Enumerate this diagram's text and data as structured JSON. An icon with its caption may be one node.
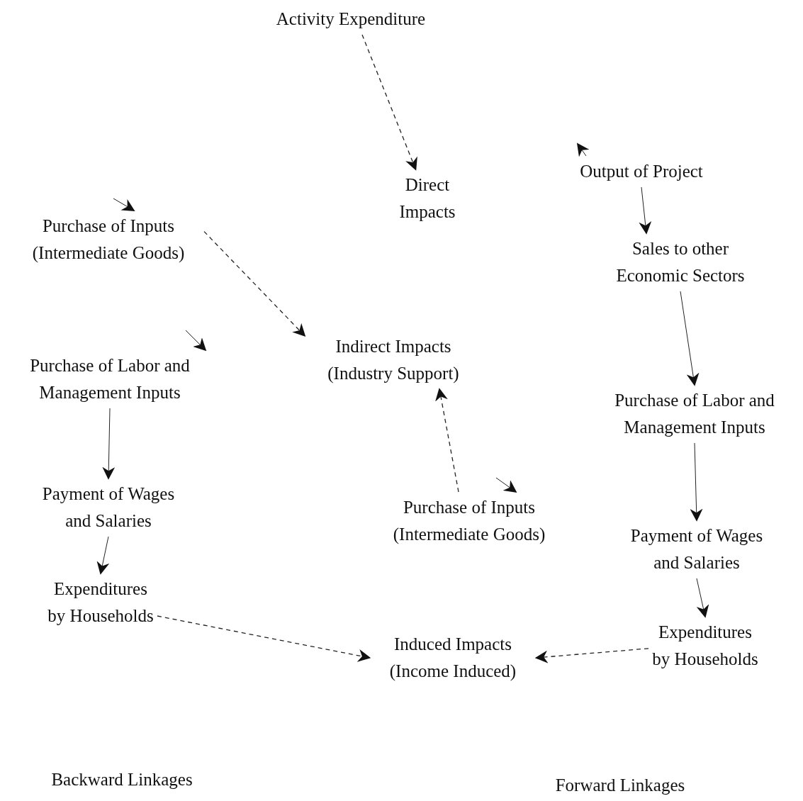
{
  "diagram": {
    "nodes": [
      {
        "text": [
          "Activity Expenditure"
        ]
      },
      {
        "text": [
          "Direct Impacts"
        ]
      },
      {
        "text": [
          "Output of Project"
        ]
      },
      {
        "text": [
          "Sales to other Economic Sectors"
        ]
      },
      {
        "text": [
          "Purchase of Inputs (Intermediate Goods)"
        ]
      },
      {
        "text": [
          "Indirect Impacts (Industry Support)"
        ]
      },
      {
        "text": [
          "Purchase of Labor and Management Inputs"
        ]
      },
      {
        "text": [
          "Purchase of Labor and Management Inputs"
        ]
      },
      {
        "text": [
          "Payment of Wages and Salaries"
        ]
      },
      {
        "text": [
          "Purchase of Inputs (Intermediate Goods)"
        ]
      },
      {
        "text": [
          "Payment of Wages and Salaries"
        ]
      },
      {
        "text": [
          "Expenditures by Households"
        ]
      },
      {
        "text": [
          "Expenditures by Households"
        ]
      },
      {
        "text": [
          "Induced Impacts (Income Induced)"
        ]
      }
    ],
    "edges": [
      {
        "from": 0,
        "to": 1,
        "arrow": "to",
        "style": "dashed"
      },
      {
        "from": 4,
        "to": 5,
        "arrow": "to",
        "style": "dashed"
      },
      {
        "from": 9,
        "to": 5,
        "arrow": "to",
        "style": "dashed"
      },
      {
        "from": 11,
        "to": 13,
        "arrow": "to",
        "style": "dashed"
      },
      {
        "from": 12,
        "to": 13,
        "arrow": "to",
        "style": "dashed"
      },
      {
        "from": 2,
        "to": null,
        "arrow": "to"
      },
      {
        "from": 2,
        "to": 3,
        "arrow": "to"
      },
      {
        "from": 3,
        "to": 7,
        "arrow": "to"
      },
      {
        "from": 7,
        "to": 10,
        "arrow": "to"
      },
      {
        "from": 10,
        "to": 12,
        "arrow": "to"
      },
      {
        "from": null,
        "to": 4,
        "arrow": "to"
      },
      {
        "from": null,
        "to": 6,
        "arrow": "to"
      },
      {
        "from": 6,
        "to": 8,
        "arrow": "to"
      },
      {
        "from": 8,
        "to": 11,
        "arrow": "to"
      },
      {
        "from": null,
        "to": 9,
        "arrow": "to"
      }
    ],
    "labels": [
      "Backward Linkages",
      "Forward Linkages"
    ]
  }
}
